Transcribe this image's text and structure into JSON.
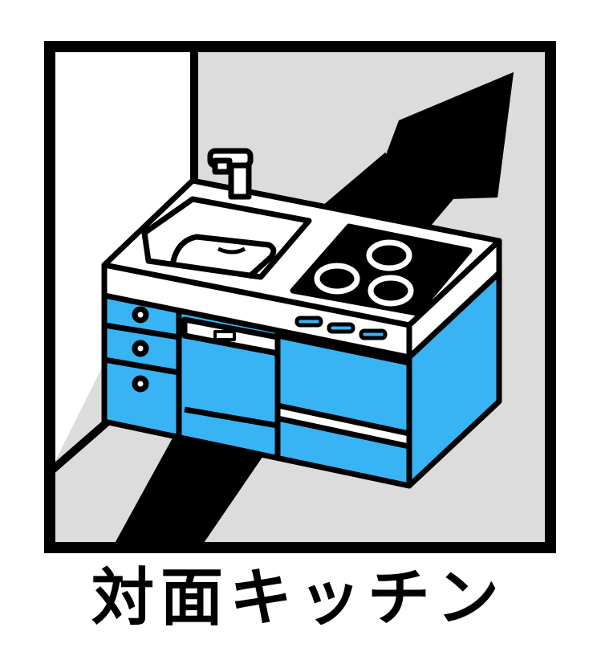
{
  "caption": "対面キッチン",
  "icon": {
    "name": "kitchen-icon",
    "colors": {
      "outline": "#000000",
      "background": "#dcdcdc",
      "wall": "#ffffff",
      "cabinet": "#38b4f5",
      "counter": "#ffffff",
      "arrow": "#000000",
      "cooktop": "#000000"
    },
    "parts": [
      "corner-wall",
      "floor-line",
      "direction-arrow",
      "sink",
      "faucet",
      "induction-cooktop",
      "drawer-knobs",
      "dishwasher",
      "control-buttons",
      "drawers"
    ]
  }
}
